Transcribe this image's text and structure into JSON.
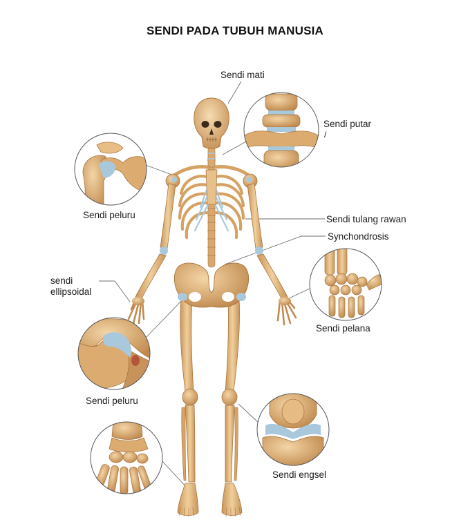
{
  "title": "SENDI PADA TUBUH MANUSIA",
  "labels": {
    "sendi_mati": "Sendi mati",
    "sendi_putar": "Sendi putar",
    "sendi_putar_mark": "/",
    "sendi_peluru_bahu": "Sendi peluru",
    "sendi_tulang_rawan": "Sendi tulang rawan",
    "synchondrosis": "Synchondrosis",
    "ellipsoidal_line1": "sendi",
    "ellipsoidal_line2": "ellipsoidal",
    "sendi_pelana": "Sendi pelana",
    "sendi_peluru_pinggul": "Sendi peluru",
    "sendi_engsel": "Sendi engsel"
  },
  "colors": {
    "bone": "#e0b47a",
    "bone_dark": "#b9844a",
    "bone_light": "#f1d3a6",
    "cartilage": "#a9c8dc",
    "leader_line": "#6e6e6e"
  }
}
